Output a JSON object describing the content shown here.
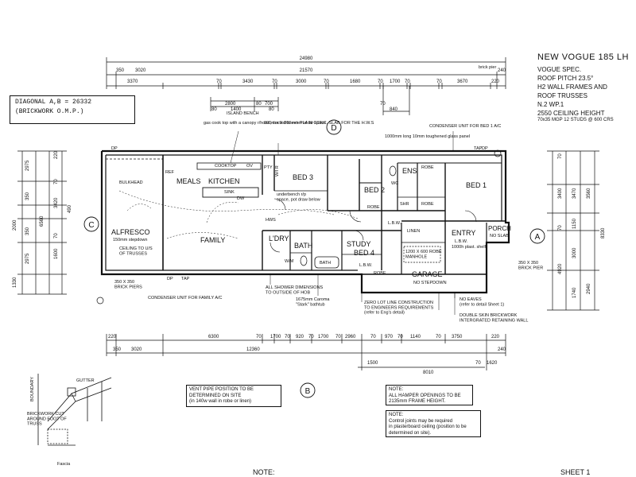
{
  "title": {
    "name": "NEW VOGUE 185 LH",
    "spec": "VOGUE SPEC.",
    "roof_pitch": "ROOF PITCH 23.5°",
    "frames": "H2 WALL FRAMES AND",
    "trusses": "ROOF TRUSSES",
    "wind": "N.2      WP.1",
    "ceiling": "2550 CEILING HEIGHT",
    "studs": "70x35 MGP 12 STUDS @ 600 CRS"
  },
  "diagonal": {
    "line1": "DIAGONAL A,B = 26332",
    "line2": "(BRICKWORK O.M.P.)"
  },
  "rooms": {
    "meals": "MEALS",
    "kitchen": "KITCHEN",
    "bed3": "BED 3",
    "bed2": "BED 2",
    "ens": "ENS",
    "bed1": "BED 1",
    "alfresco": "ALFRESCO",
    "alfresco_step": "150mm stepdown",
    "family": "FAMILY",
    "ldry": "L'DRY",
    "bath": "BATH",
    "bath_fixture": "BATH",
    "study": "STUDY",
    "bed4": "BED 4",
    "garage": "GARAGE",
    "garage_step": "NO STEPDOWN",
    "entry": "ENTRY",
    "porch": "PORCH",
    "porch_slab": "NO SLAB",
    "linen": "LINEN",
    "robe": "ROBE",
    "wir": "W/I R",
    "wc": "WC",
    "shr": "SHR",
    "pty": "PTY",
    "sink": "SINK",
    "cooktop": "COOKTOP",
    "lbw": "L.B.W.",
    "manhole": "1200 X 600\nMANHOLE",
    "bulkhead": "BULKHEAD",
    "ceiling_trusses": "CEILING TO U/S\nOF TRUSSES"
  },
  "labels": {
    "section_c": "C",
    "section_d": "D",
    "section_b": "B",
    "section_a": "A",
    "island_bench": "ISLAND BENCH",
    "brick_pier_top": "brick pier",
    "gas_cook": "gas cook top with a canopy r/hood, ducted to external air space",
    "slab": "800mm X 800mm PLAIN CONC. SLAB FOR THE H.W.S",
    "condenser_top": "CONDENSER UNIT FOR BED 1 A/C",
    "glass_panel": "1000mm long 10mm toughened glass panel",
    "condenser_bottom": "CONDENSER UNIT FOR FAMILY A/C",
    "brick_piers": "350 X 350\nBRICK PIERS",
    "brick_pier_r": "350 X 350\nBRICK PIER",
    "shower_dims": "ALL SHOWER DIMENSIONS\nTO OUTSIDE OF HOB",
    "bath_note": "1675mm Caroma\n\"Stark\" bathtub",
    "zero_lot": "ZERO LOT LINE CONSTRUCTION\nTO ENGINEERS REQUIREMENTS\n(refer to Eng's detail)",
    "no_eaves": "NO EAVES\n(refer to detail Sheet 1)",
    "double_skin": "DOUBLE SKIN BRICKWORK\nINTERGRATED RETAINING WALL",
    "vent_pipe": "VENT PIPE POSITION TO BE\nDETERMINED ON SITE\n(in 140w wall in robe or linen)",
    "hamper": "NOTE:\nALL HAMPER OPENINGS TO BE\n2135mm FRAME HEIGHT.",
    "control_joints": "NOTE:\nControl joints may be required\nin plasterboard ceiling (position to be\ndetermined on site).",
    "note_cut": "NOTE:",
    "sheet": "SHEET 1",
    "gutter": "GUTTER",
    "boundary": "BOUNDARY",
    "brickwork_cut": "BRICKWORK CUT\nAROUND FOOT OF\nTRUSS",
    "fascia": "Fascia",
    "tap": "TAP",
    "dp": "DP",
    "robe_shelf": "1000h plast. shelf",
    "undergrounds": "underbench r/p\nspace, pot draw below"
  },
  "dimensions": {
    "top_overall": "24980",
    "top_row2": [
      "350",
      "21570",
      "240"
    ],
    "top_row3": [
      "3370",
      "3020",
      "70",
      "3430",
      "70",
      "3000",
      "70",
      "1680",
      "70",
      "1700",
      "70",
      "3670",
      "70",
      "220"
    ],
    "island": [
      "2800",
      "80",
      "700"
    ],
    "island2": [
      "80",
      "1400",
      "80"
    ],
    "top_row_right": [
      "70",
      "840"
    ],
    "bottom_row1": [
      "220",
      "6300",
      "70",
      "1700",
      "70",
      "920",
      "70",
      "1700",
      "70",
      "2960",
      "70",
      "970",
      "70",
      "1140",
      "70",
      "3750",
      "220"
    ],
    "bottom_row2": [
      "350",
      "3020",
      "12360",
      "8010",
      "240"
    ],
    "bottom_row3": [
      "1500",
      "70",
      "1620"
    ],
    "left_outer": [
      "2975",
      "350",
      "2000",
      "350",
      "2975",
      "1330"
    ],
    "left_inner": [
      "6560",
      "70",
      "1600",
      "70",
      "3420",
      "220",
      "490"
    ],
    "right_outer": [
      "3560",
      "8330",
      "2940"
    ],
    "right_inner": [
      "3470",
      "1150",
      "3000",
      "1740"
    ],
    "right_col": [
      "70",
      "3400",
      "70",
      "4920"
    ]
  },
  "fixtures": {
    "wm": "W/M",
    "hws": "HWS",
    "fridge": "REF",
    "dw": "DW",
    "ov": "OV"
  }
}
